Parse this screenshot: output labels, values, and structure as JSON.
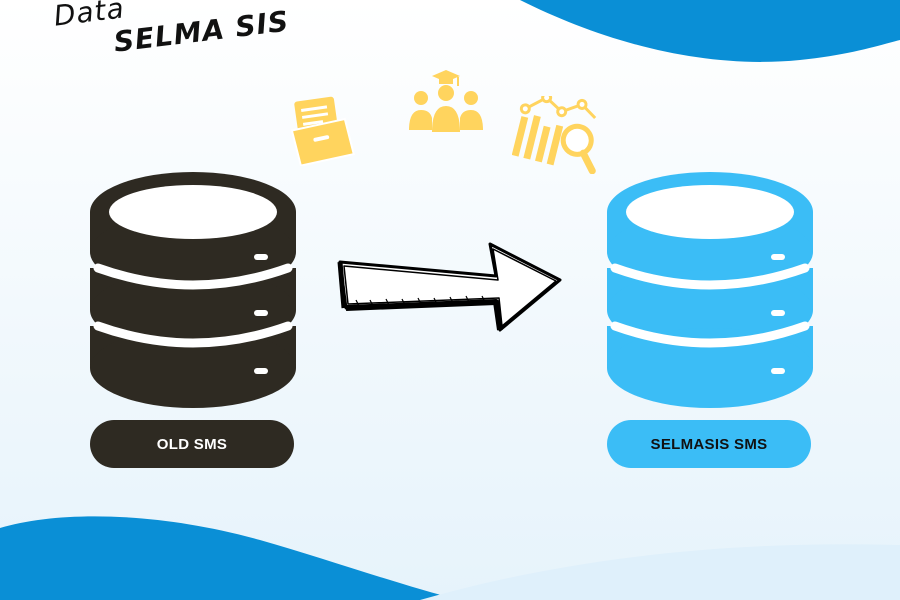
{
  "title": {
    "line1": "Data ",
    "line2": "SELMA SIS"
  },
  "source": {
    "label": "OLD SMS",
    "color": "#2e2a22",
    "text_color": "#ffffff"
  },
  "target": {
    "label": "SELMASIS SMS",
    "color": "#3bbdf6",
    "text_color": "#111111"
  },
  "icons": [
    "file-folder-icon",
    "students-graduation-icon",
    "data-analytics-icon"
  ],
  "colors": {
    "wave_blue": "#0a8fd6",
    "icon_yellow": "#ffd45e",
    "arrow_stroke": "#000000"
  }
}
